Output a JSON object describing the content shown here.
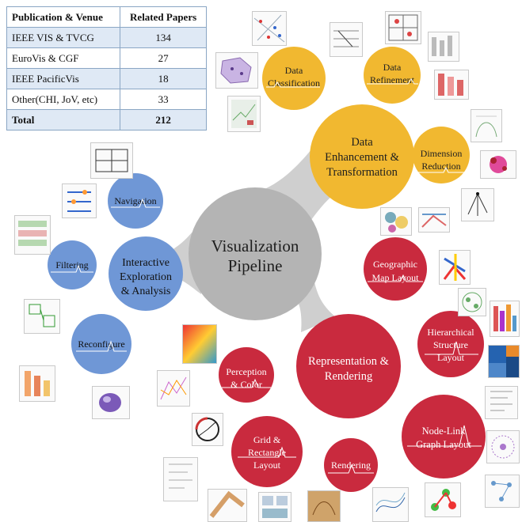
{
  "venue_table": {
    "header": {
      "venue": "Publication & Venue",
      "papers": "Related Papers"
    },
    "rows": [
      {
        "venue": "IEEE VIS & TVCG",
        "papers": "134"
      },
      {
        "venue": "EuroVis & CGF",
        "papers": "27"
      },
      {
        "venue": "IEEE PacificVis",
        "papers": "18"
      },
      {
        "venue": "Other(CHI, JoV, etc)",
        "papers": "33"
      }
    ],
    "total": {
      "venue": "Total",
      "papers": "212"
    }
  },
  "pipeline": {
    "center": {
      "line1": "Visualization",
      "line2": "Pipeline"
    },
    "stages": {
      "data": {
        "line1": "Data",
        "line2": "Enhancement &",
        "line3": "Transformation"
      },
      "representation": {
        "line1": "Representation &",
        "line2": "Rendering"
      },
      "interaction": {
        "line1": "Interactive",
        "line2": "Exploration",
        "line3": "& Analysis"
      }
    },
    "substages": {
      "data_classification": {
        "line1": "Data",
        "line2": "Classification"
      },
      "data_refinement": {
        "line1": "Data",
        "line2": "Refinement"
      },
      "dimension_reduction": {
        "line1": "Dimension",
        "line2": "Reduction"
      },
      "geographic_map_layout": {
        "line1": "Geographic",
        "line2": "Map Layout"
      },
      "hierarchical_structure_layout": {
        "line1": "Hierarchical",
        "line2": "Structure",
        "line3": "Layout"
      },
      "node_link_graph_layout": {
        "line1": "Node-Link",
        "line2": "Graph Layout"
      },
      "rendering": {
        "line1": "Rendering"
      },
      "grid_rectangle_layout": {
        "line1": "Grid &",
        "line2": "Rectangle",
        "line3": "Layout"
      },
      "perception_color": {
        "line1": "Perception",
        "line2": "& Color"
      },
      "navigation": {
        "line1": "Navigation"
      },
      "filtering": {
        "line1": "Filtering"
      },
      "reconfigure": {
        "line1": "Reconfigure"
      }
    }
  },
  "colors": {
    "data": "#f1b830",
    "representation": "#c92a3e",
    "interaction": "#6f97d6",
    "center": "#b4b4b4",
    "connector": "#cfcfcf"
  }
}
